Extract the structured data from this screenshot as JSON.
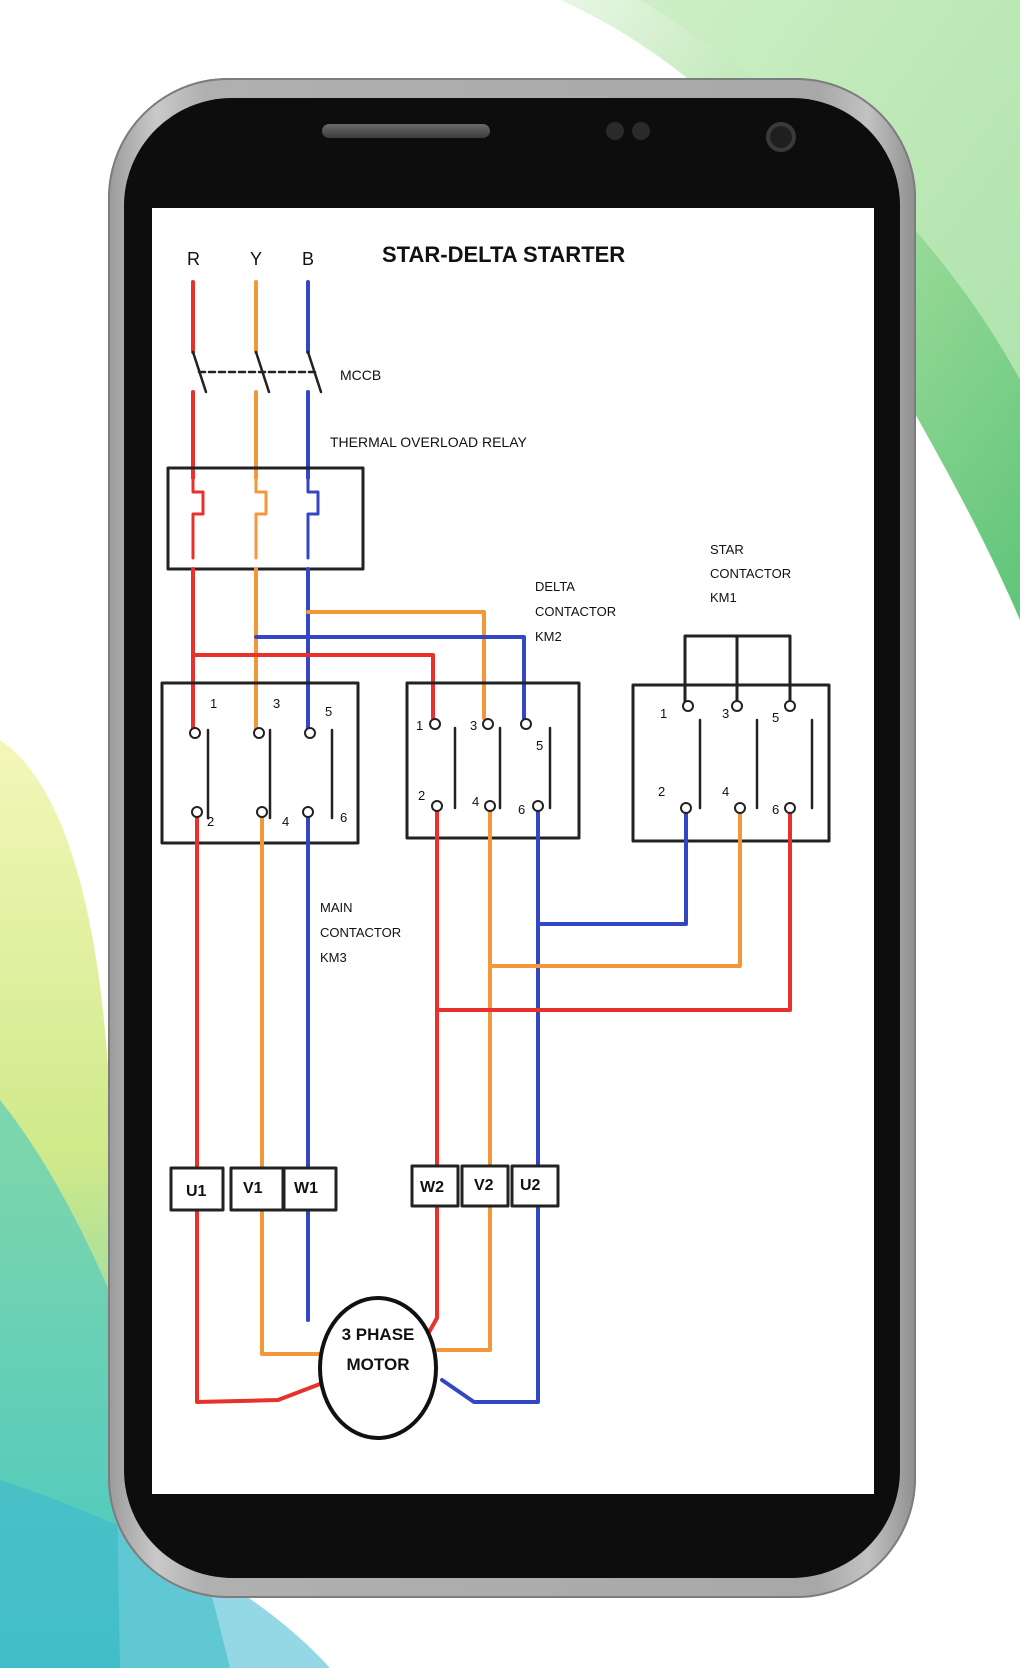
{
  "diagram": {
    "title": "STAR-DELTA STARTER",
    "phases": {
      "r": "R",
      "y": "Y",
      "b": "B"
    },
    "mccb_label": "MCCB",
    "overload_label": "THERMAL OVERLOAD RELAY",
    "delta_label": {
      "line1": "DELTA",
      "line2": "CONTACTOR",
      "line3": "KM2"
    },
    "star_label": {
      "line1": "STAR",
      "line2": "CONTACTOR",
      "line3": "KM1"
    },
    "main_label": {
      "line1": "MAIN",
      "line2": "CONTACTOR",
      "line3": "KM3"
    },
    "terminals_left": [
      "U1",
      "V1",
      "W1"
    ],
    "terminals_right": [
      "W2",
      "V2",
      "U2"
    ],
    "motor": {
      "line1": "3 PHASE",
      "line2": "MOTOR"
    },
    "main_pins": {
      "p1": "1",
      "p2": "2",
      "p3": "3",
      "p4": "4",
      "p5": "5",
      "p6": "6"
    },
    "delta_pins": {
      "p1": "1",
      "p2": "2",
      "p3": "3",
      "p4": "4",
      "p5": "5",
      "p6": "6"
    },
    "star_pins": {
      "p1": "1",
      "p2": "2",
      "p3": "3",
      "p4": "4",
      "p5": "5",
      "p6": "6"
    }
  },
  "colors": {
    "red_phase": "#e8312b",
    "yellow_phase": "#f2983a",
    "blue_phase": "#3347c4",
    "title_blue": "#4a63d8",
    "background_green": "#7fcf7a",
    "background_yellow": "#e8f08a",
    "background_teal": "#3ec4c8"
  },
  "icons": {
    "speaker": "speaker-grille-icon",
    "camera": "front-camera-icon"
  }
}
